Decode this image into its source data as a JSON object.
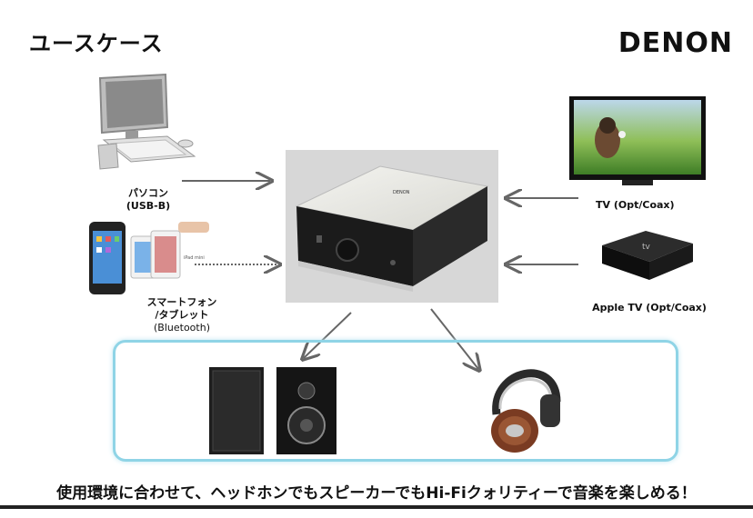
{
  "header": {
    "title": "ユースケース",
    "brand": "DENON"
  },
  "sources": {
    "pc": {
      "label_line1": "パソコン",
      "label_line2": "(USB-B)"
    },
    "mobile": {
      "label_line1": "スマートフォン",
      "label_line2": "/タブレット",
      "label_line3": "(Bluetooth)",
      "ipad_text": "iPad mini"
    },
    "tv": {
      "label": "TV (Opt/Coax)"
    },
    "apple_tv": {
      "label": "Apple TV (Opt/Coax)",
      "device_text": "tv"
    }
  },
  "device": {
    "brand_mark": "DENON"
  },
  "footer": {
    "caption": "使用環境に合わせて、ヘッドホンでもスピーカーでもHi-Fiクォリティーで音楽を楽しめる！"
  },
  "colors": {
    "output_border": "#8fd4e6",
    "arrow": "#666666",
    "footer_rule": "#222222"
  }
}
